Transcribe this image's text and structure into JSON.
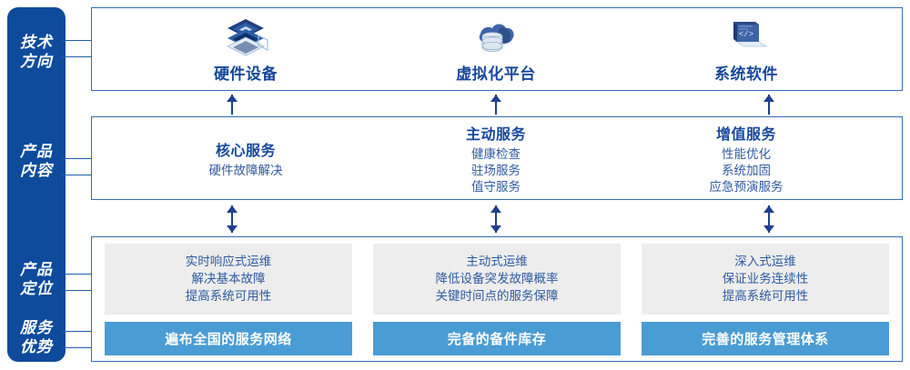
{
  "rail": {
    "items": [
      {
        "name": "technology-direction",
        "line1": "技术",
        "line2": "方向"
      },
      {
        "name": "product-content",
        "line1": "产品",
        "line2": "内容"
      },
      {
        "name": "product-positioning",
        "line1": "产品",
        "line2": "定位"
      },
      {
        "name": "service-advantage",
        "line1": "服务",
        "line2": "优势"
      }
    ]
  },
  "technology": {
    "columns": [
      {
        "icon": "server-stack-icon",
        "title": "硬件设备"
      },
      {
        "icon": "cloud-database-icon",
        "title": "虚拟化平台"
      },
      {
        "icon": "laptop-code-icon",
        "title": "系统软件"
      }
    ]
  },
  "content": {
    "columns": [
      {
        "title": "核心服务",
        "lines": [
          "硬件故障解决"
        ]
      },
      {
        "title": "主动服务",
        "lines": [
          "健康检查",
          "驻场服务",
          "值守服务"
        ]
      },
      {
        "title": "增值服务",
        "lines": [
          "性能优化",
          "系统加固",
          "应急预演服务"
        ]
      }
    ]
  },
  "bottom": {
    "columns": [
      {
        "lines": [
          "实时响应式运维",
          "解决基本故障",
          "提高系统可用性"
        ],
        "bar": "遍布全国的服务网络"
      },
      {
        "lines": [
          "主动式运维",
          "降低设备突发故障概率",
          "关键时间点的服务保障"
        ],
        "bar": "完备的备件库存"
      },
      {
        "lines": [
          "深入式运维",
          "保证业务连续性",
          "提高系统可用性"
        ],
        "bar": "完善的服务管理体系"
      }
    ]
  },
  "colors": {
    "rail_blue": "#0E4B9C",
    "frame_border": "#2F6FB5",
    "title_blue": "#17489C",
    "body_blue": "#2F5BA0",
    "bar_blue": "#4A9CD4",
    "gray_box": "#EDEDED",
    "arrow_blue": "#1F3F8F"
  }
}
